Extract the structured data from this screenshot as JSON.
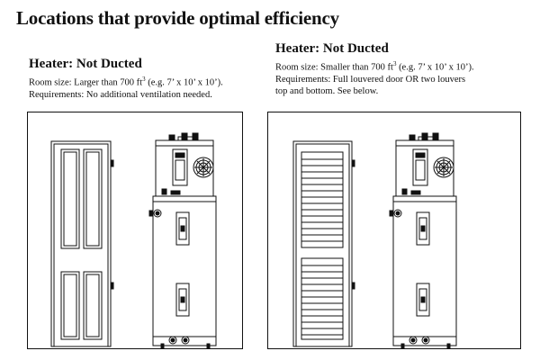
{
  "page": {
    "title": "Locations that provide optimal efficiency"
  },
  "panels": [
    {
      "heading": "Heater: Not Ducted",
      "room_size_prefix": "Room size: Larger than 700 ft",
      "room_size_suffix": " (e.g. 7’ x 10’ x 10’).",
      "requirements": [
        "Requirements: No additional ventilation needed."
      ],
      "door_type": "solid-panel"
    },
    {
      "heading": "Heater: Not Ducted",
      "room_size_prefix": "Room size: Smaller than 700 ft",
      "room_size_suffix": " (e.g. 7’ x 10’ x 10’).",
      "requirements": [
        "Requirements: Full louvered door OR two louvers",
        "top and bottom. See below."
      ],
      "door_type": "louvered"
    }
  ],
  "unit_superscript": "3"
}
